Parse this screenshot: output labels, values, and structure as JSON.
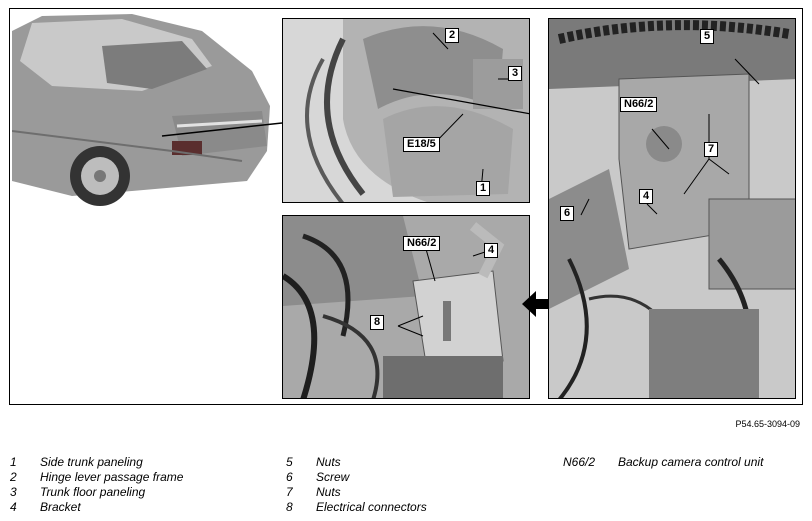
{
  "figure": {
    "reference": "P54.65-3094-09",
    "callouts": {
      "c1": "1",
      "c2": "2",
      "c3": "3",
      "c4a": "4",
      "c4b": "4",
      "c5": "5",
      "c6": "6",
      "c7": "7",
      "c8": "8",
      "e18_5": "E18/5",
      "n66_2a": "N66/2",
      "n66_2b": "N66/2"
    }
  },
  "legend": {
    "col1": [
      {
        "num": "1",
        "label": "Side trunk paneling"
      },
      {
        "num": "2",
        "label": "Hinge lever passage frame"
      },
      {
        "num": "3",
        "label": "Trunk floor paneling"
      },
      {
        "num": "4",
        "label": "Bracket"
      }
    ],
    "col2": [
      {
        "num": "5",
        "label": "Nuts"
      },
      {
        "num": "6",
        "label": "Screw"
      },
      {
        "num": "7",
        "label": "Nuts"
      },
      {
        "num": "8",
        "label": "Electrical connectors"
      }
    ],
    "col3": [
      {
        "num": "N66/2",
        "label": "Backup camera control unit"
      }
    ]
  }
}
